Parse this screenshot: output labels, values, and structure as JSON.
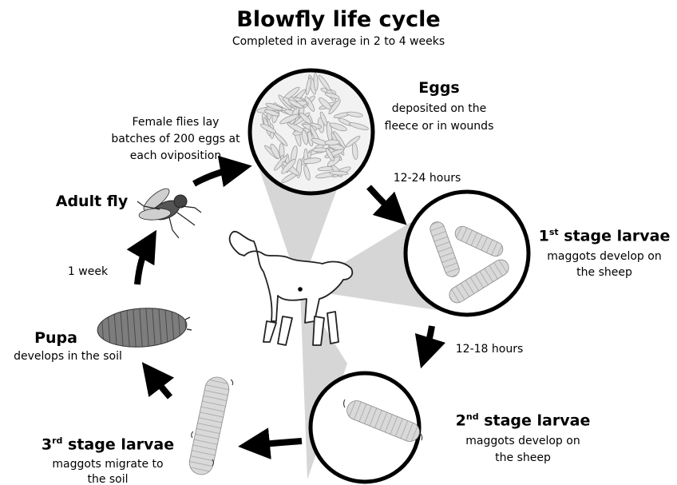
{
  "title": "Blowfly life cycle",
  "subtitle": "Completed in average in 2 to 4 weeks",
  "stages": {
    "eggs": {
      "title": "Eggs",
      "desc_line1": "deposited on the",
      "desc_line2": "fleece or in wounds"
    },
    "first": {
      "title_num": "1",
      "title_sup": "st",
      "title_rest": " stage larvae",
      "desc_line1": "maggots develop on",
      "desc_line2": "the sheep"
    },
    "second": {
      "title_num": "2",
      "title_sup": "nd",
      "title_rest": " stage larvae",
      "desc_line1": "maggots develop on",
      "desc_line2": "the sheep"
    },
    "third": {
      "title_num": "3",
      "title_sup": "rd",
      "title_rest": " stage larvae",
      "desc_line1": "maggots migrate to",
      "desc_line2": "the soil"
    },
    "pupa": {
      "title": "Pupa",
      "desc": "develops in the soil"
    },
    "adult": {
      "title": "Adult fly",
      "desc_line1": "Female flies lay",
      "desc_line2": "batches of 200 eggs at",
      "desc_line3": "each oviposition"
    }
  },
  "durations": {
    "eggs_to_first": "12-24 hours",
    "first_to_second": "12-18 hours",
    "pupa_to_adult": "1 week"
  },
  "colors": {
    "arrow": "#000000",
    "cone": "#cccccc",
    "larva": "#d6d6d6",
    "pupa": "#7a7a7a"
  }
}
